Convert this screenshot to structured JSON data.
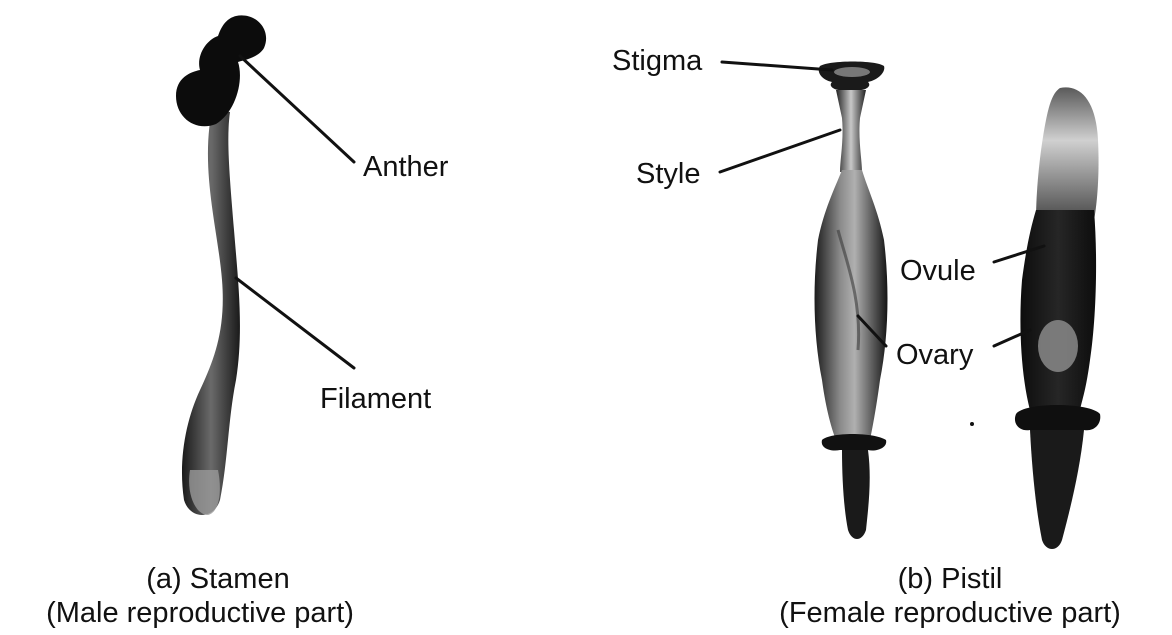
{
  "figure_a": {
    "labels": {
      "anther": "Anther",
      "filament": "Filament"
    },
    "caption_line1": "(a) Stamen",
    "caption_line2": "(Male reproductive part)"
  },
  "figure_b": {
    "labels": {
      "stigma": "Stigma",
      "style": "Style",
      "ovule": "Ovule",
      "ovary": "Ovary"
    },
    "caption_line1": "(b) Pistil",
    "caption_line2": "(Female reproductive part)"
  },
  "colors": {
    "ink": "#111111",
    "background": "#ffffff"
  }
}
